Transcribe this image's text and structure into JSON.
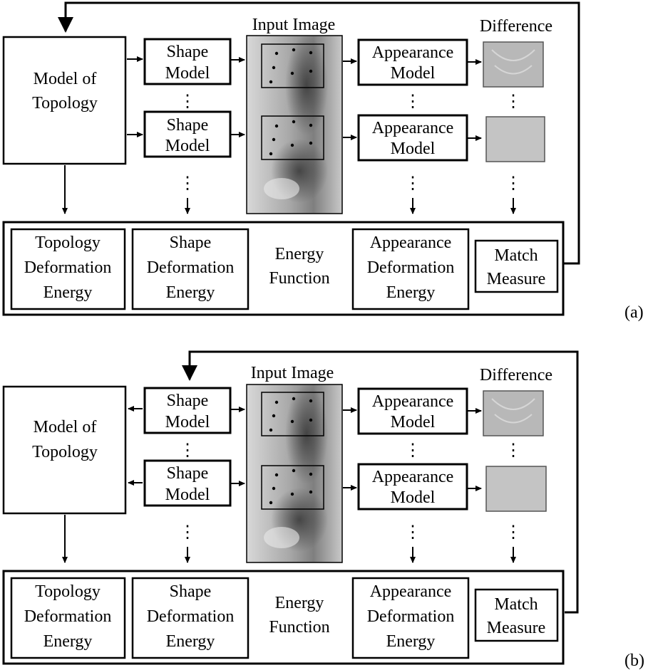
{
  "panel_a": {
    "tag": "(a)",
    "input_image_title": "Input Image",
    "difference_title": "Difference",
    "topology_model": [
      "Model of",
      "Topology"
    ],
    "shape_model_1": [
      "Shape",
      "Model"
    ],
    "shape_model_2": [
      "Shape",
      "Model"
    ],
    "appearance_model_1": [
      "Appearance",
      "Model"
    ],
    "appearance_model_2": [
      "Appearance",
      "Model"
    ],
    "energy": {
      "topology": [
        "Topology",
        "Deformation",
        "Energy"
      ],
      "shape": [
        "Shape",
        "Deformation",
        "Energy"
      ],
      "function": [
        "Energy",
        "Function"
      ],
      "appearance": [
        "Appearance",
        "Deformation",
        "Energy"
      ],
      "match": [
        "Match",
        "Measure"
      ]
    }
  },
  "panel_b": {
    "tag": "(b)",
    "input_image_title": "Input Image",
    "difference_title": "Difference",
    "topology_model": [
      "Model of",
      "Topology"
    ],
    "shape_model_1": [
      "Shape",
      "Model"
    ],
    "shape_model_2": [
      "Shape",
      "Model"
    ],
    "appearance_model_1": [
      "Appearance",
      "Model"
    ],
    "appearance_model_2": [
      "Appearance",
      "Model"
    ],
    "energy": {
      "topology": [
        "Topology",
        "Deformation",
        "Energy"
      ],
      "shape": [
        "Shape",
        "Deformation",
        "Energy"
      ],
      "function": [
        "Energy",
        "Function"
      ],
      "appearance": [
        "Appearance",
        "Deformation",
        "Energy"
      ],
      "match": [
        "Match",
        "Measure"
      ]
    }
  }
}
